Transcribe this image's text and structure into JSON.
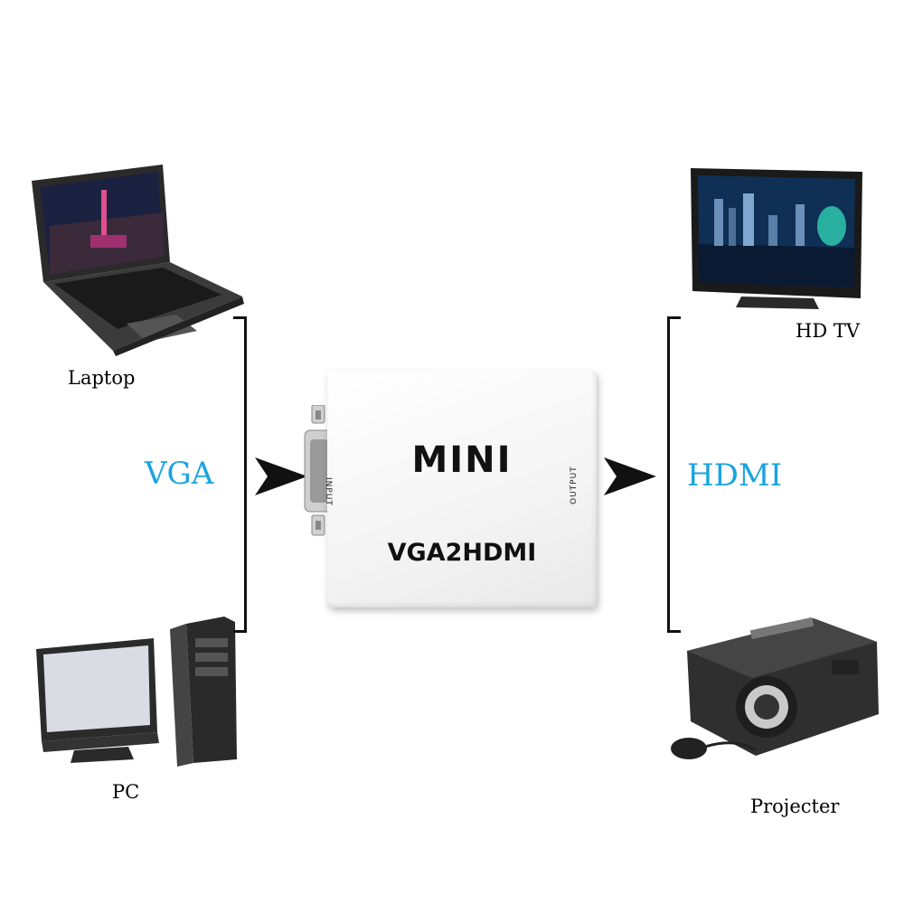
{
  "devices": {
    "laptop": "Laptop",
    "pc": "PC",
    "hdtv": "HD TV",
    "projector": "Projecter"
  },
  "signals": {
    "input": "VGA",
    "output": "HDMI"
  },
  "converter": {
    "brand": "MINI",
    "model": "VGA2HDMI",
    "input_port": "INPUT",
    "output_port": "OUTPUT"
  },
  "colors": {
    "signal_text": "#1aa3e0",
    "background": "#ffffff"
  }
}
